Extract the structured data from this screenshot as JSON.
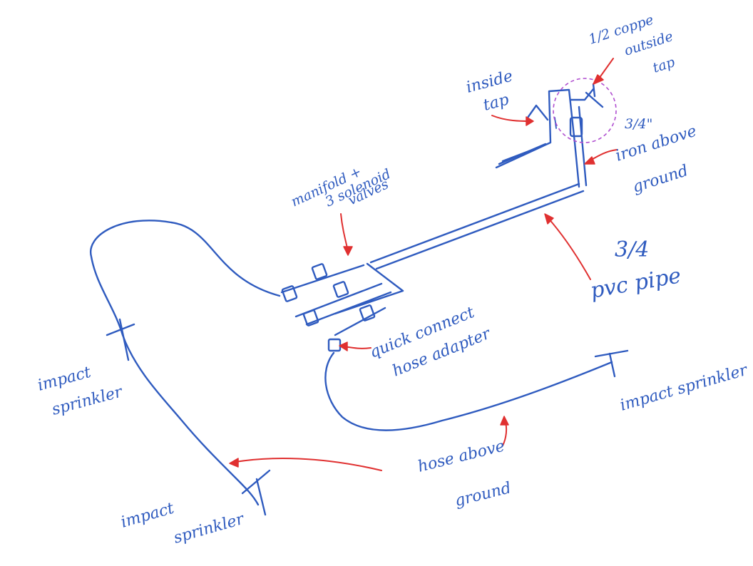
{
  "labels": {
    "copper_line1": "1/2 coppe",
    "copper_line2": "outside",
    "copper_line3": "tap",
    "inside_tap_line1": "inside",
    "inside_tap_line2": "tap",
    "iron_line1": "3/4\"",
    "iron_line2": "iron above",
    "iron_line3": "ground",
    "manifold_line1": "manifold +",
    "manifold_line2": "3 solenoid",
    "manifold_line3": "valves",
    "pvc_line1": "3/4",
    "pvc_line2": "pvc pipe",
    "quick_line1": "quick connect",
    "quick_line2": "hose adapter",
    "impact_left_line1": "impact",
    "impact_left_line2": "sprinkler",
    "impact_right": "impact sprinkler",
    "impact_bottom_line1": "impact",
    "impact_bottom_line2": "sprinkler",
    "hose_line1": "hose above",
    "hose_line2": "ground"
  },
  "colors": {
    "ink": "#2f5bbf",
    "annotation": "#e03030",
    "highlight": "#b04fd0"
  }
}
